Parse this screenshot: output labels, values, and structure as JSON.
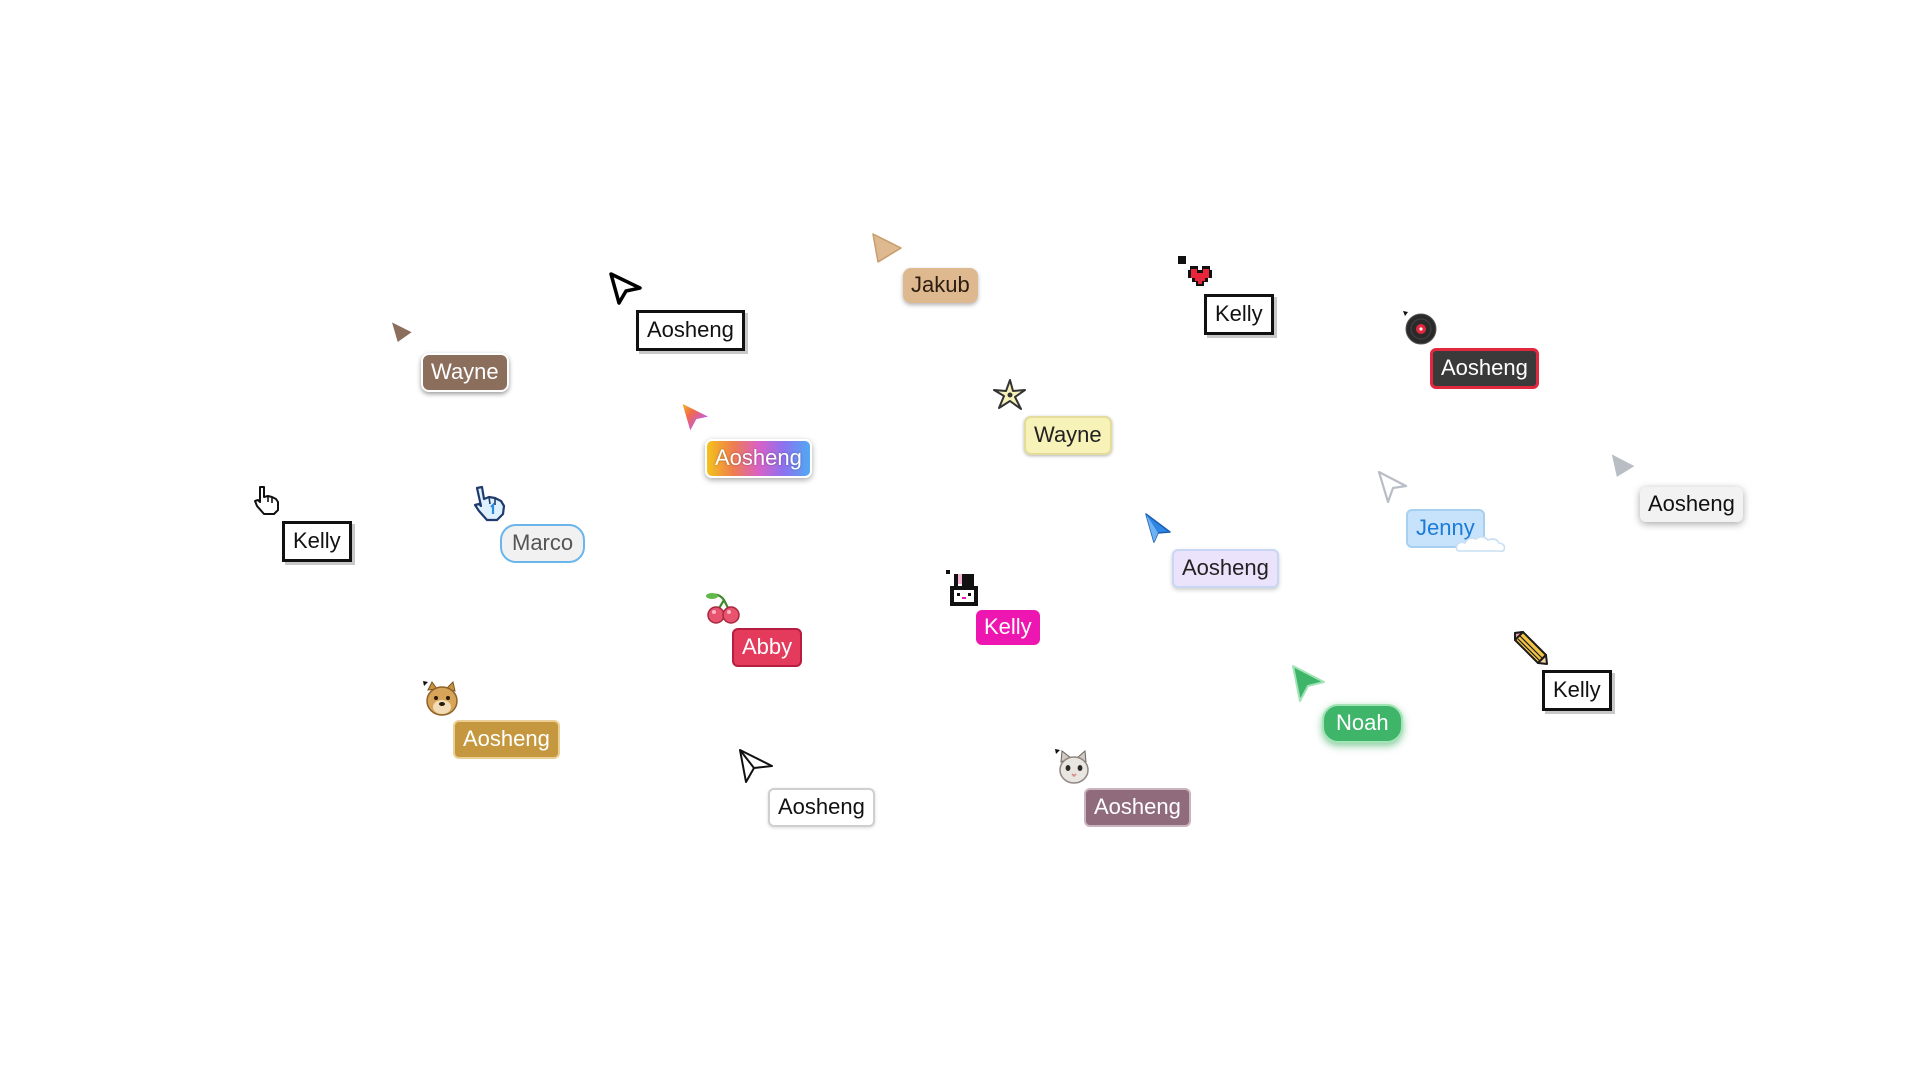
{
  "cursors": [
    {
      "id": "wayne-1",
      "name": "Wayne",
      "icon": "triangle-pointer-icon"
    },
    {
      "id": "aosheng-1",
      "name": "Aosheng",
      "icon": "outlined-arrow-icon"
    },
    {
      "id": "jakub",
      "name": "Jakub",
      "icon": "tan-triangle-pointer-icon"
    },
    {
      "id": "kelly-1",
      "name": "Kelly",
      "icon": "pixel-heart-icon"
    },
    {
      "id": "aosheng-2",
      "name": "Aosheng",
      "icon": "vinyl-record-icon"
    },
    {
      "id": "aosheng-3",
      "name": "Aosheng",
      "icon": "rainbow-arrow-icon"
    },
    {
      "id": "wayne-2",
      "name": "Wayne",
      "icon": "star-pointer-icon"
    },
    {
      "id": "kelly-2",
      "name": "Kelly",
      "icon": "pixel-hand-icon"
    },
    {
      "id": "marco",
      "name": "Marco",
      "icon": "blue-hand-icon"
    },
    {
      "id": "aosheng-4",
      "name": "Aosheng",
      "icon": "blue-arrow-icon"
    },
    {
      "id": "jenny",
      "name": "Jenny",
      "icon": "white-arrow-icon"
    },
    {
      "id": "aosheng-5",
      "name": "Aosheng",
      "icon": "gray-triangle-pointer-icon"
    },
    {
      "id": "abby",
      "name": "Abby",
      "icon": "cherry-icon"
    },
    {
      "id": "kelly-3",
      "name": "Kelly",
      "icon": "bunny-icon"
    },
    {
      "id": "kelly-4",
      "name": "Kelly",
      "icon": "pencil-icon"
    },
    {
      "id": "aosheng-6",
      "name": "Aosheng",
      "icon": "doge-icon"
    },
    {
      "id": "noah",
      "name": "Noah",
      "icon": "green-arrow-icon"
    },
    {
      "id": "aosheng-7",
      "name": "Aosheng",
      "icon": "paper-plane-icon"
    },
    {
      "id": "aosheng-8",
      "name": "Aosheng",
      "icon": "cat-icon"
    }
  ],
  "colors": {
    "background": "#ffffff",
    "wayne_brown": "#8c6e5d",
    "jakub_tan": "#deb88f",
    "aosheng_dark": "#3a3a3a",
    "record_red": "#e2283f",
    "wayne_cream": "#f7f2b8",
    "aosheng_lilac": "#ebe2fb",
    "jenny_sky": "#c6e3fb",
    "abby_red": "#e43a5c",
    "kelly_pink": "#ee16b0",
    "noah_green": "#3fb56a",
    "aosheng_gold": "#c5983f",
    "aosheng_mauve": "#8f6b7c"
  }
}
